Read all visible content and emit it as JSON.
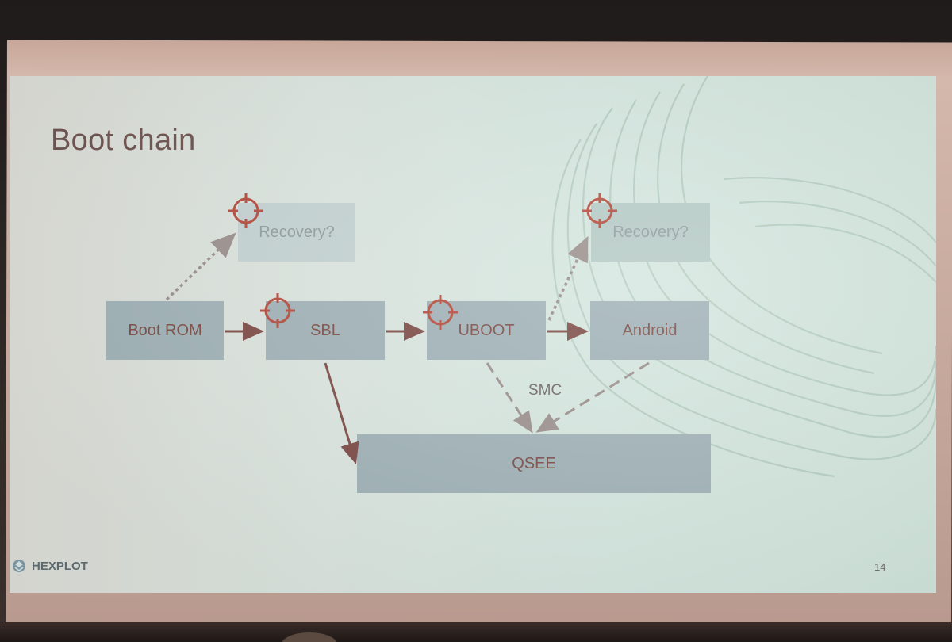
{
  "slide": {
    "title": "Boot chain",
    "page_number": "14",
    "logo_text": "HEXPLOT",
    "nodes": {
      "boot_rom": "Boot ROM",
      "sbl": "SBL",
      "uboot": "UBOOT",
      "android": "Android",
      "qsee": "QSEE",
      "recovery_left": "Recovery?",
      "recovery_right": "Recovery?"
    },
    "smc_label": "SMC"
  },
  "colors": {
    "box": "#9fb1b6",
    "box_text": "#7a4b44",
    "arrow": "#7c4a45",
    "target": "#b4493a",
    "title": "#6e5350"
  },
  "icons": {
    "target": "crosshair-target-icon",
    "logo": "hexplot-logo-icon"
  }
}
